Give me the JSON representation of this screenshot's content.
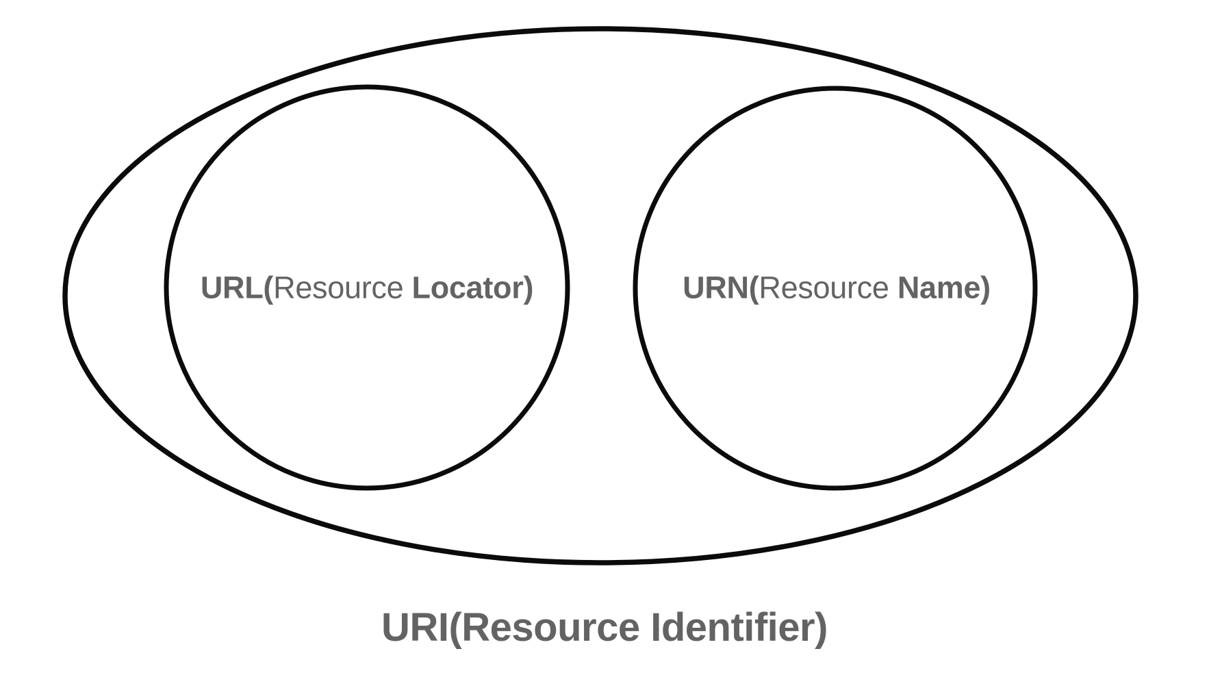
{
  "diagram": {
    "title": "URI(Resource Identifier)",
    "background_color": "#ffffff",
    "stroke_color": "#0b0b0b",
    "text_color": "#636363",
    "caption": {
      "text": "URI(Resource Identifier)"
    },
    "sets": [
      {
        "id": "url",
        "shape": "circle",
        "label_full": "URL(Resource Locator)",
        "label_parts": {
          "prefix": "URL(",
          "middle": "Resource ",
          "suffix": "Locator)"
        }
      },
      {
        "id": "urn",
        "shape": "circle",
        "label_full": "URN(Resource Name)",
        "label_parts": {
          "prefix": "URN(",
          "middle": "Resource ",
          "suffix": "Name)"
        }
      }
    ],
    "container": {
      "id": "uri",
      "shape": "ellipse",
      "label_full": "URI(Resource Identifier)"
    }
  }
}
